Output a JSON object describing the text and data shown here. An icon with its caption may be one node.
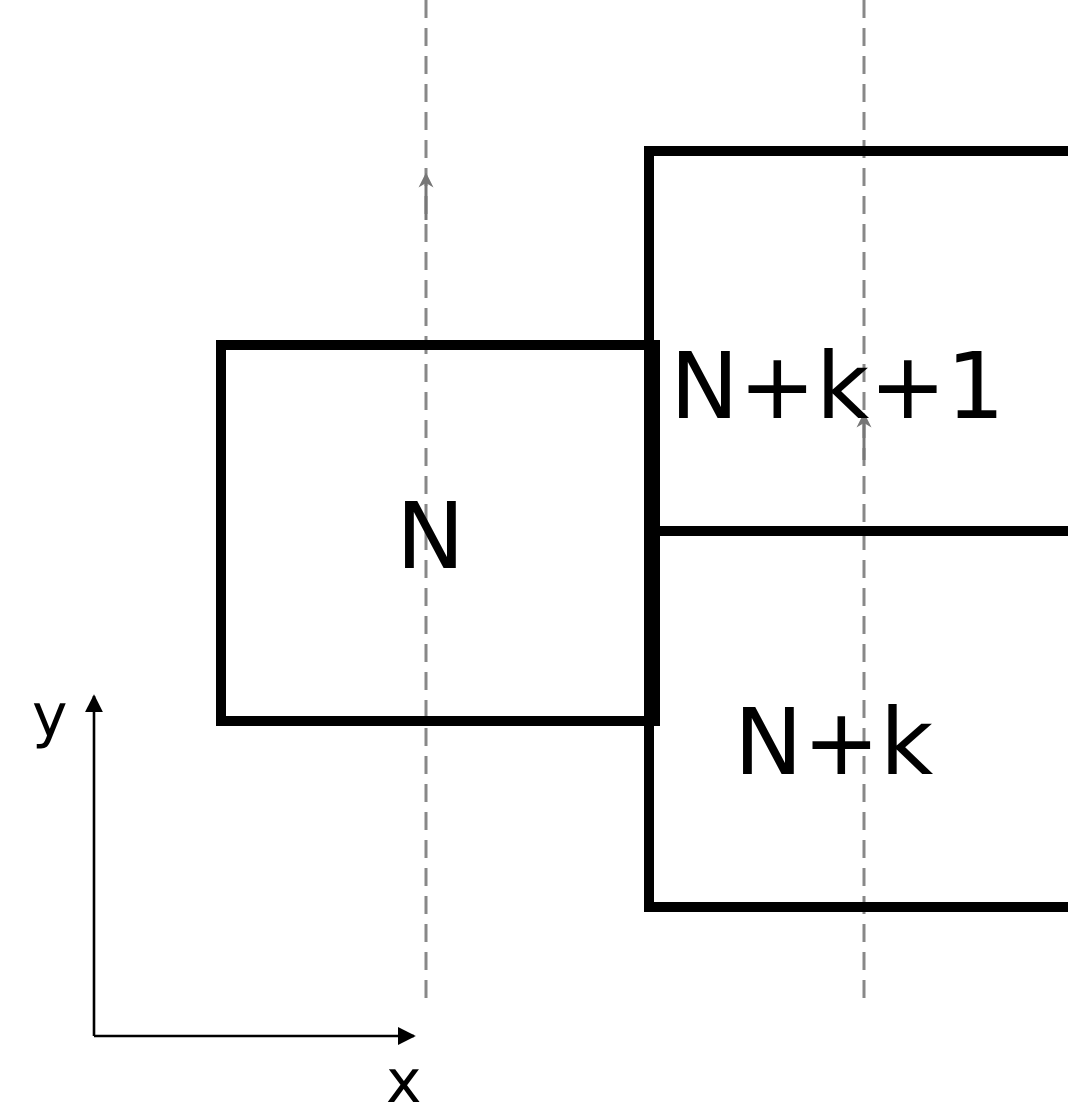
{
  "diagram": {
    "nodes": [
      {
        "text": [
          "N"
        ]
      },
      {
        "text": [
          "N+k+1"
        ]
      },
      {
        "text": [
          "N+k"
        ]
      }
    ],
    "labels": [
      "y",
      "x"
    ]
  }
}
